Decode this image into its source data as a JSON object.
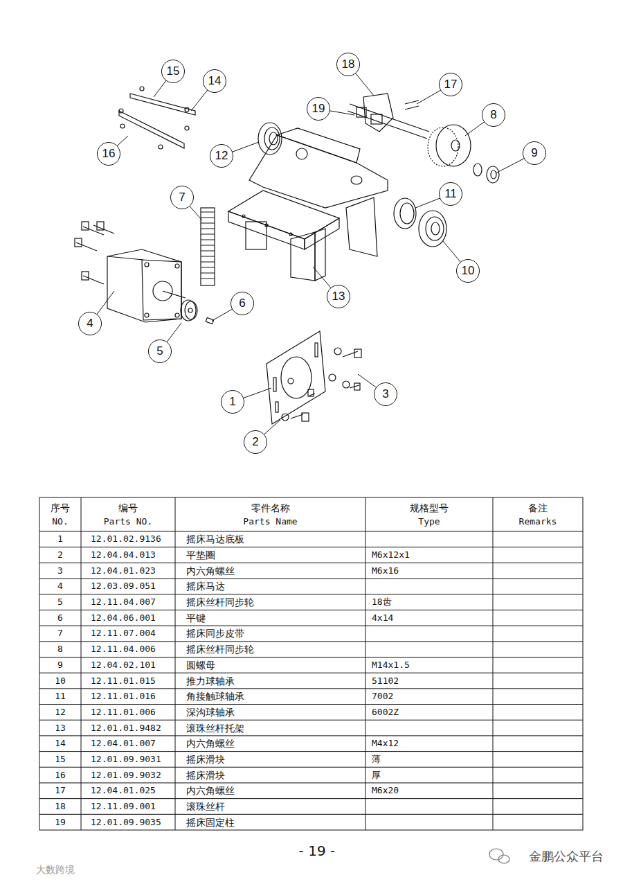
{
  "diagram": {
    "nodes": [
      {
        "text": [
          "18"
        ]
      },
      {
        "text": [
          "15"
        ]
      },
      {
        "text": [
          "14"
        ]
      },
      {
        "text": [
          "17"
        ]
      },
      {
        "text": [
          "19"
        ]
      },
      {
        "text": [
          "8"
        ]
      },
      {
        "text": [
          "9"
        ]
      },
      {
        "text": [
          "16"
        ]
      },
      {
        "text": [
          "12"
        ]
      },
      {
        "text": [
          "11"
        ]
      },
      {
        "text": [
          "7"
        ]
      },
      {
        "text": [
          "10"
        ]
      },
      {
        "text": [
          "13"
        ]
      },
      {
        "text": [
          "6"
        ]
      },
      {
        "text": [
          "4"
        ]
      },
      {
        "text": [
          "5"
        ]
      },
      {
        "text": [
          "3"
        ]
      },
      {
        "text": [
          "1"
        ]
      },
      {
        "text": [
          "2"
        ]
      }
    ],
    "labels": [
      "序号",
      "NO.",
      "编号",
      "Parts NO.",
      "零件名称",
      "Parts Name",
      "规格型号",
      "Type",
      "备注",
      "Remarks",
      "1",
      "12.01.02.9136",
      "摇床马达底板",
      "2",
      "12.04.04.013",
      "平垫圈",
      "M6x12x1",
      "3",
      "12.04.01.023",
      "内六角螺丝",
      "M6x16",
      "4",
      "12.03.09.051",
      "摇床马达",
      "5",
      "12.11.04.007",
      "摇床丝杆同步轮",
      "18齿",
      "6",
      "12.04.06.001",
      "平键",
      "4x14",
      "7",
      "12.11.07.004",
      "摇床同步皮带",
      "8",
      "12.11.04.006",
      "摇床丝杆同步轮",
      "9",
      "12.04.02.101",
      "圆螺母",
      "M14x1.5",
      "10",
      "12.11.01.015",
      "推力球轴承",
      "51102",
      "11",
      "12.11.01.016",
      "角接触球轴承",
      "7002",
      "12",
      "12.11.01.006",
      "深沟球轴承",
      "6002Z",
      "13",
      "12.01.01.9482",
      "滚珠丝杆托架",
      "14",
      "12.04.01.007",
      "内六角螺丝",
      "M4x12",
      "15",
      "12.01.09.9031",
      "摇床滑块",
      "薄",
      "16",
      "12.01.09.9032",
      "摇床滑块",
      "厚",
      "17",
      "12.04.01.025",
      "内六角螺丝",
      "M6x20",
      "18",
      "12.11.09.001",
      "滚珠丝杆",
      "19",
      "12.01.09.9035",
      "摇床固定柱",
      "- 19 -",
      "金鹏公众平台",
      "大数跨境"
    ]
  }
}
